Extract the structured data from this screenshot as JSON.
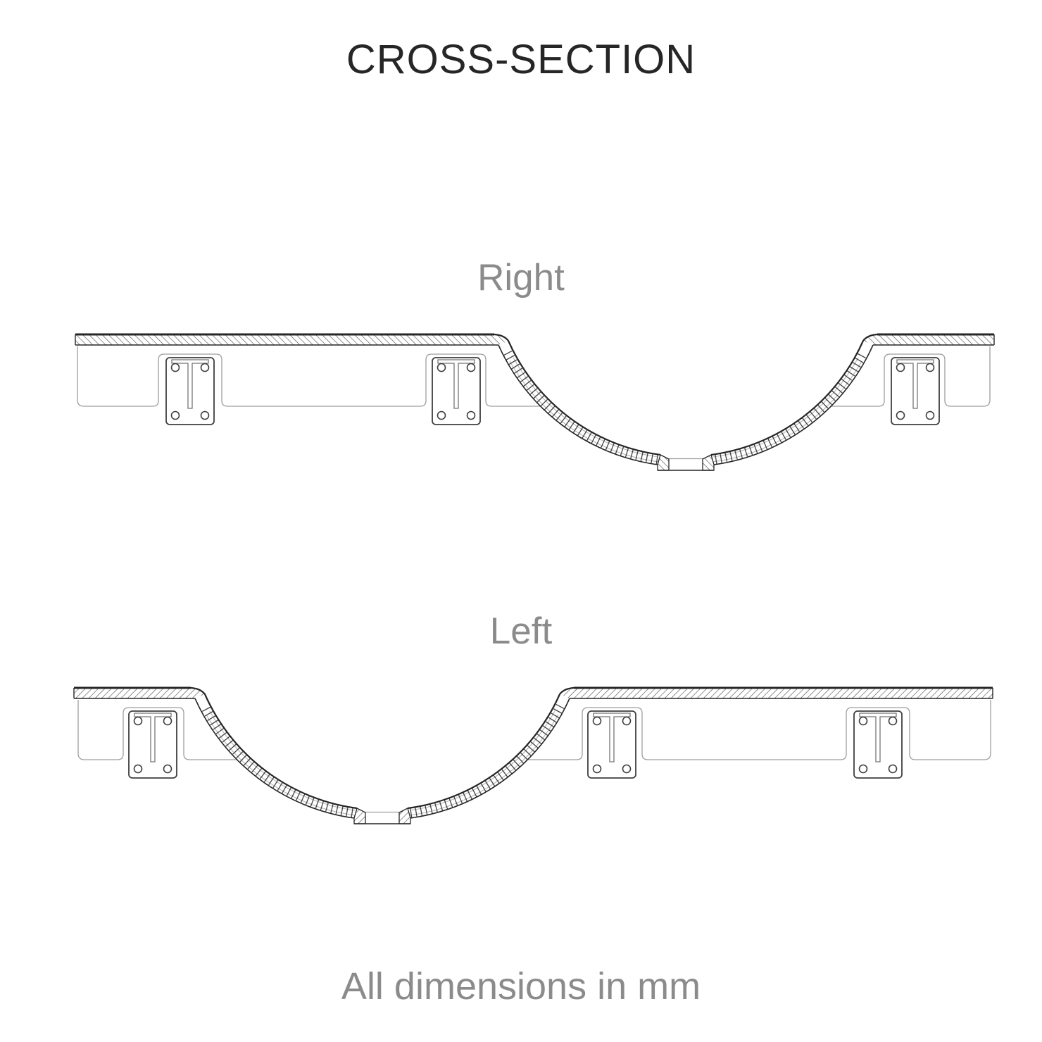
{
  "page": {
    "background": "#ffffff",
    "title_color": "#262626",
    "secondary_text_color": "#8b8b8b"
  },
  "title": {
    "text": "CROSS-SECTION"
  },
  "sections": [
    {
      "label": "Right",
      "basin_position": "right",
      "brackets": 3
    },
    {
      "label": "Left",
      "basin_position": "left",
      "brackets": 3
    }
  ],
  "footnote": {
    "text": "All dimensions in mm"
  },
  "drawing": {
    "type": "technical-cross-section",
    "subject": "countertop with integrated basin, wall brackets and drain",
    "outline_color": "#262626",
    "hidden_line_color": "#9e9e9e",
    "hatch_color": "#424242"
  }
}
